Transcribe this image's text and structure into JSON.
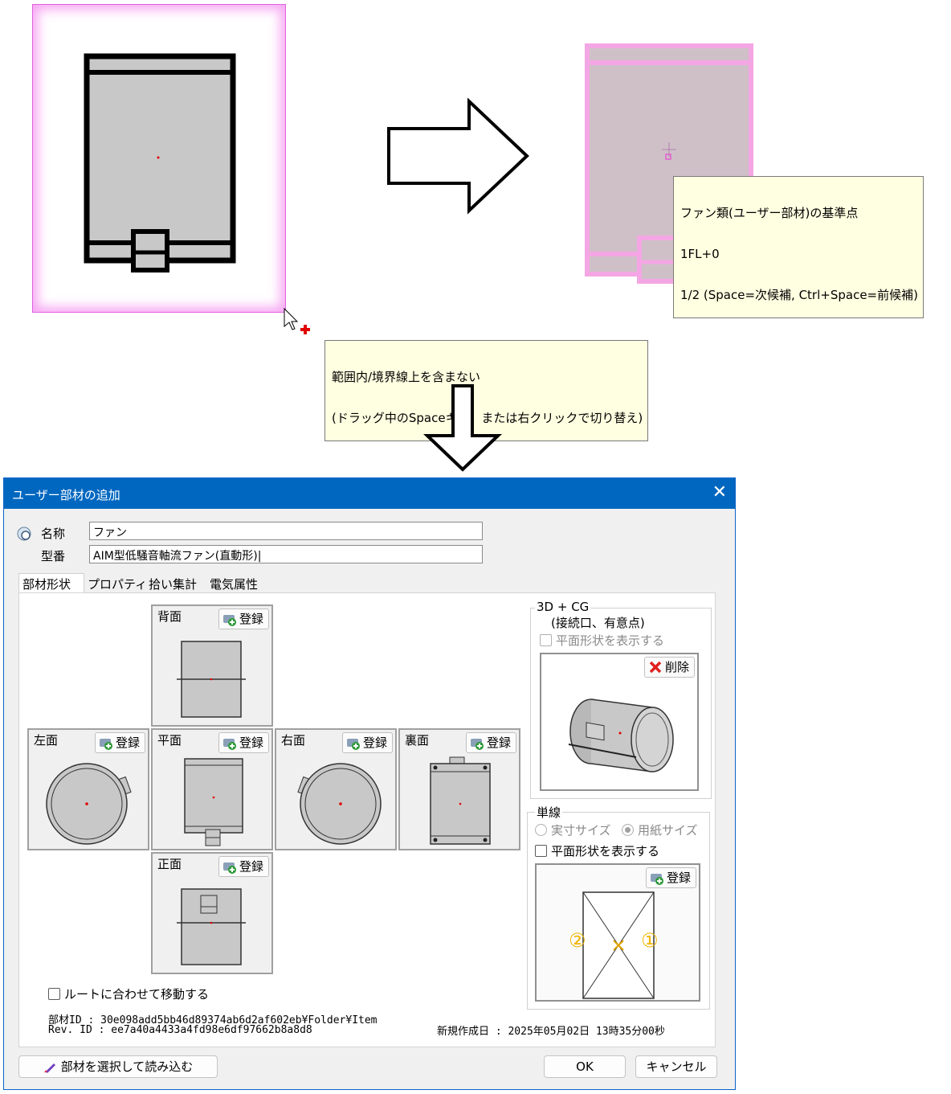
{
  "tooltips": {
    "snap": [
      "ファン類(ユーザー部材)の基準点",
      "1FL+0",
      "1/2 (Space=次候補, Ctrl+Space=前候補)"
    ],
    "range": [
      "範囲内/境界線上を含まない",
      "(ドラッグ中のSpaceキー、または右クリックで切り替え)"
    ]
  },
  "dialog": {
    "title": "ユーザー部材の追加",
    "close_glyph": "✕",
    "name_label": "名称",
    "name_value": "ファン",
    "model_label": "型番",
    "model_value": "AIM型低騒音軸流ファン(直動形)|",
    "tabs": [
      "部材形状",
      "プロパティ",
      "拾い集計",
      "電気属性"
    ],
    "views": {
      "back": "背面",
      "left": "左面",
      "plan": "平面",
      "right": "右面",
      "rear": "裏面",
      "front": "正面"
    },
    "register_label": "登録",
    "delete_label": "削除",
    "group_3d_title": "3D + CG",
    "group_3d_sub": "(接続口、有意点)",
    "show_plan_3d": "平面形状を表示する",
    "group_single_title": "単線",
    "radio_actual": "実寸サイズ",
    "radio_paper": "用紙サイズ",
    "show_plan_single": "平面形状を表示する",
    "route_move": "ルートに合わせて移動する",
    "part_id": "部材ID : 30e098add5bb46d89374ab6d2af602eb¥Folder¥Item",
    "rev_id": "Rev. ID : ee7a40a4433a4fd98e6df97662b8a8d8",
    "created": "新規作成日 : 2025年05月02日 13時35分00秒",
    "load_button": "部材を選択して読み込む",
    "ok_button": "OK",
    "cancel_button": "キャンセル",
    "markers": [
      "②",
      "①"
    ]
  },
  "colors": {
    "titlebar": "#0067c0",
    "highlight": "#f0a0e0",
    "marker": "#f0b400"
  }
}
